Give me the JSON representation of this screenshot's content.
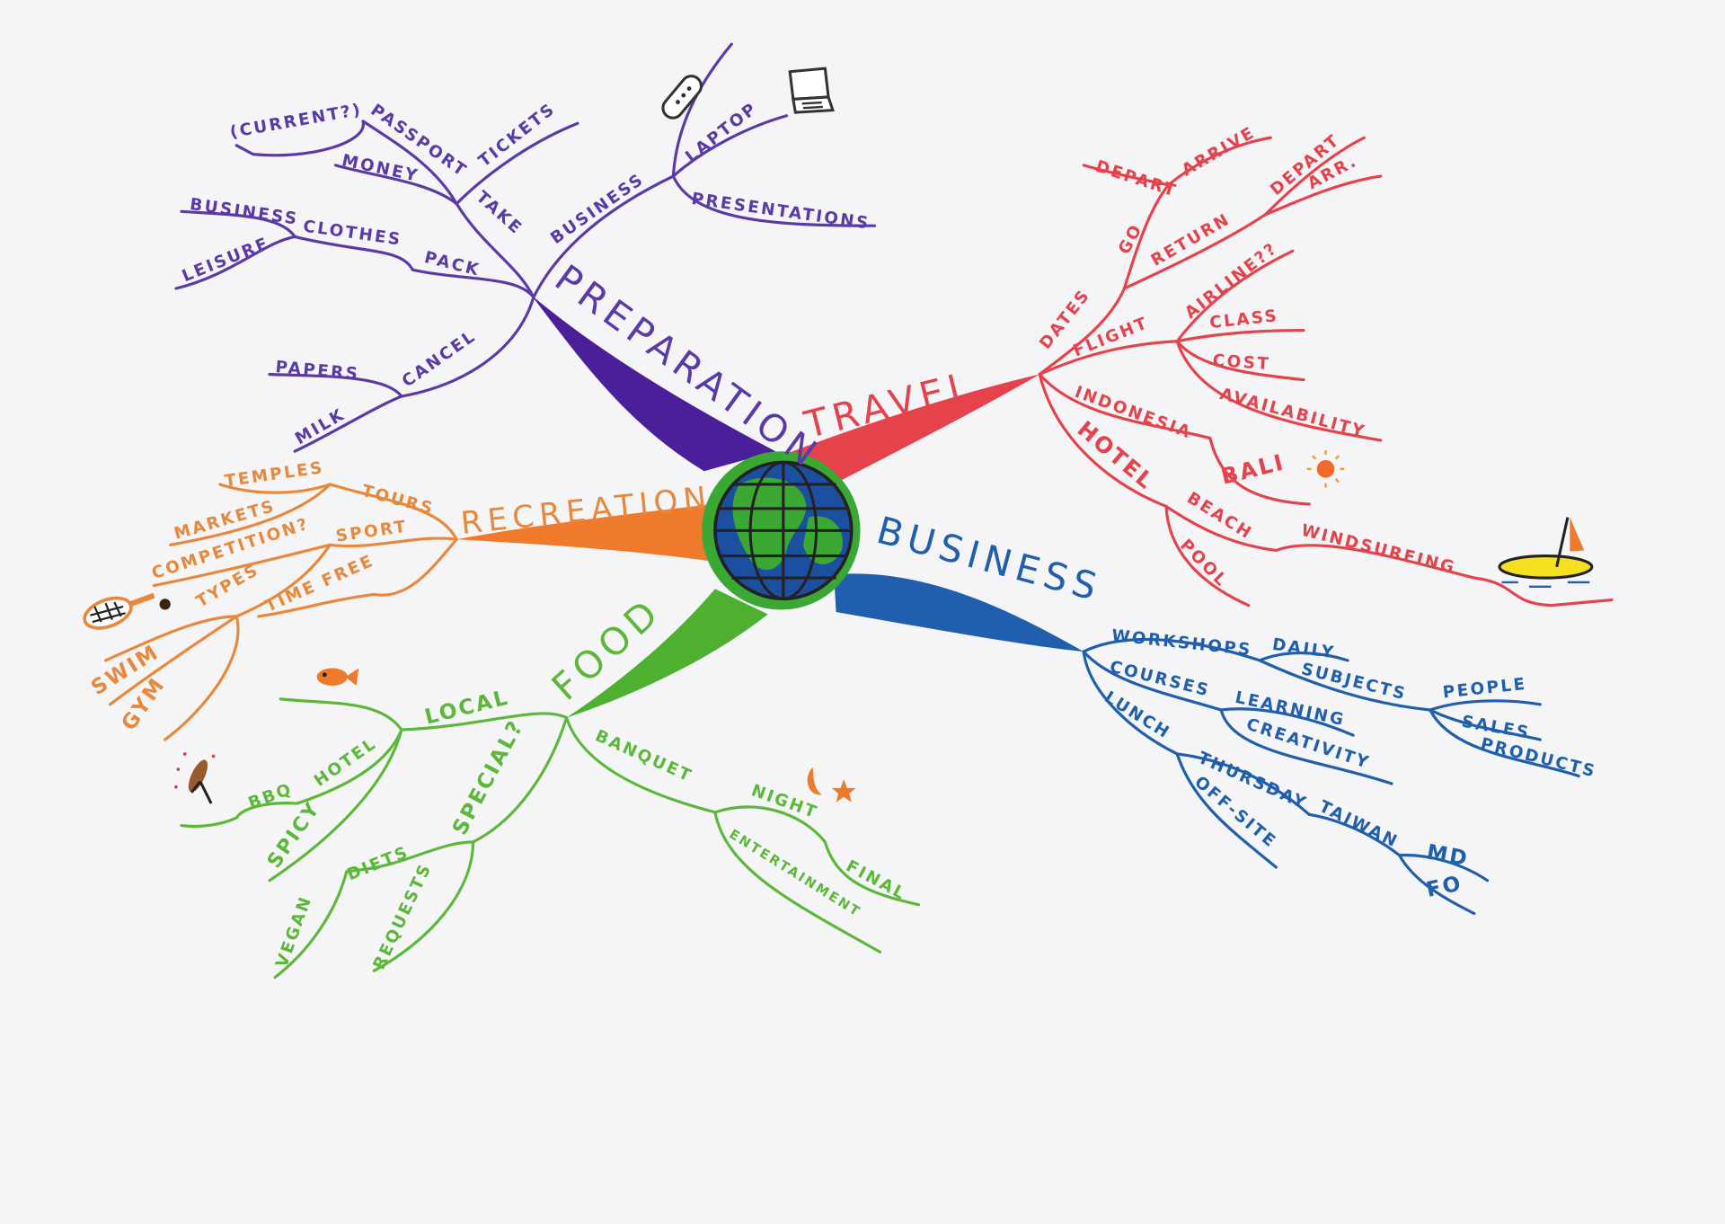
{
  "colors": {
    "preparation": "#4b1f9a",
    "travel": "#e4434b",
    "recreation": "#ef7a2c",
    "business": "#1f5fae",
    "food": "#4db02f",
    "globe_ocean": "#1d4fa0",
    "globe_land": "#3aa832"
  },
  "branches": [
    {
      "label": "PREPARATION",
      "children": [
        {
          "label": "TAKE",
          "children": [
            {
              "label": "PASSPORT",
              "children": [
                {
                  "label": "(CURRENT?)"
                }
              ]
            },
            {
              "label": "TICKETS"
            },
            {
              "label": "MONEY"
            }
          ]
        },
        {
          "label": "PACK",
          "children": [
            {
              "label": "CLOTHES",
              "children": [
                {
                  "label": "BUSINESS"
                },
                {
                  "label": "LEISURE"
                }
              ]
            }
          ]
        },
        {
          "label": "BUSINESS",
          "children": [
            {
              "label": "LAPTOP"
            },
            {
              "label": "PRESENTATIONS"
            }
          ]
        },
        {
          "label": "CANCEL",
          "children": [
            {
              "label": "PAPERS"
            },
            {
              "label": "MILK"
            }
          ]
        }
      ],
      "icons": [
        "mobile-phone-icon",
        "laptop-icon"
      ]
    },
    {
      "label": "TRAVEL",
      "children": [
        {
          "label": "DATES",
          "children": [
            {
              "label": "GO",
              "children": [
                {
                  "label": "DEPART"
                },
                {
                  "label": "ARRIVE"
                }
              ]
            },
            {
              "label": "RETURN",
              "children": [
                {
                  "label": "DEPART"
                },
                {
                  "label": "ARR."
                }
              ]
            }
          ]
        },
        {
          "label": "FLIGHT",
          "children": [
            {
              "label": "AIRLINE??"
            },
            {
              "label": "CLASS"
            },
            {
              "label": "COST"
            },
            {
              "label": "AVAILABILITY"
            }
          ]
        },
        {
          "label": "INDONESIA",
          "children": [
            {
              "label": "BALI"
            }
          ]
        },
        {
          "label": "HOTEL",
          "children": [
            {
              "label": "BEACH",
              "children": [
                {
                  "label": "WINDSURFING"
                }
              ]
            },
            {
              "label": "POOL"
            }
          ]
        }
      ],
      "icons": [
        "sun-icon",
        "sailboat-icon"
      ]
    },
    {
      "label": "RECREATION",
      "children": [
        {
          "label": "TOURS",
          "children": [
            {
              "label": "TEMPLES"
            },
            {
              "label": "MARKETS"
            }
          ]
        },
        {
          "label": "SPORT",
          "children": [
            {
              "label": "COMPETITION?"
            },
            {
              "label": "TYPES",
              "children": [
                {
                  "label": "SWIM"
                },
                {
                  "label": "GYM"
                }
              ]
            }
          ]
        },
        {
          "label": "TIME FREE"
        }
      ],
      "icons": [
        "tennis-racket-icon"
      ]
    },
    {
      "label": "BUSINESS",
      "children": [
        {
          "label": "WORKSHOPS",
          "children": [
            {
              "label": "DAILY"
            },
            {
              "label": "SUBJECTS",
              "children": [
                {
                  "label": "PEOPLE"
                },
                {
                  "label": "SALES"
                },
                {
                  "label": "PRODUCTS"
                }
              ]
            }
          ]
        },
        {
          "label": "COURSES",
          "children": [
            {
              "label": "LEARNING"
            },
            {
              "label": "CREATIVITY"
            }
          ]
        },
        {
          "label": "LUNCH",
          "children": [
            {
              "label": "THURSDAY",
              "children": [
                {
                  "label": "TAIWAN",
                  "children": [
                    {
                      "label": "MD"
                    },
                    {
                      "label": "FO"
                    }
                  ]
                }
              ]
            },
            {
              "label": "OFF-SITE"
            }
          ]
        }
      ]
    },
    {
      "label": "FOOD",
      "children": [
        {
          "label": "LOCAL",
          "children": [
            {
              "label": "HOTEL",
              "children": [
                {
                  "label": "BBQ"
                }
              ]
            },
            {
              "label": "SPICY"
            }
          ]
        },
        {
          "label": "SPECIAL?",
          "children": [
            {
              "label": "DIETS",
              "children": [
                {
                  "label": "VEGAN"
                }
              ]
            },
            {
              "label": "REQUESTS"
            }
          ]
        },
        {
          "label": "BANQUET",
          "children": [
            {
              "label": "NIGHT",
              "children": [
                {
                  "label": "FINAL"
                }
              ]
            },
            {
              "label": "ENTERTAINMENT"
            }
          ]
        }
      ],
      "icons": [
        "fish-icon",
        "bbq-skewer-icon",
        "moon-and-star-icon"
      ]
    }
  ]
}
